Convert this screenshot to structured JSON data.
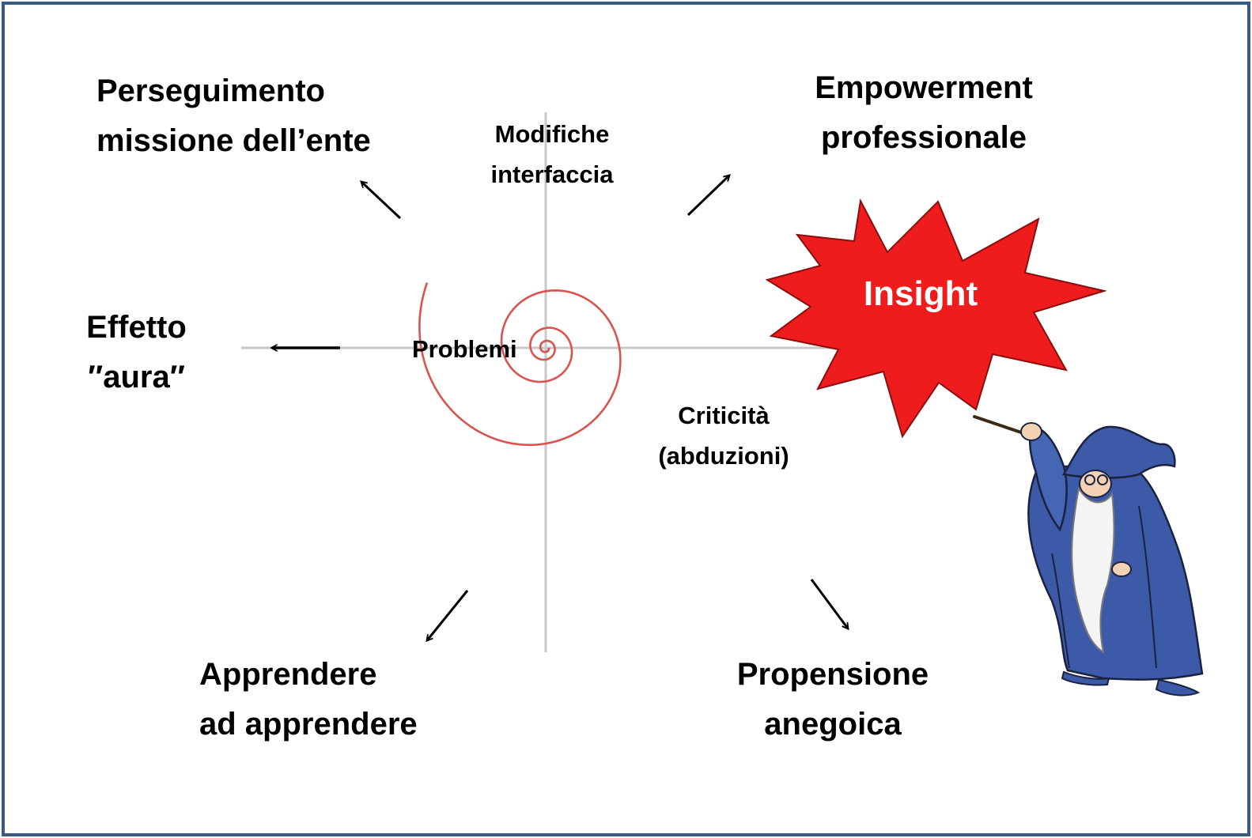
{
  "diagram": {
    "outcomes": {
      "top_left": [
        "Perseguimento",
        "missione dell’ente"
      ],
      "top_right": [
        "Empowerment",
        "professionale"
      ],
      "left": [
        "Effetto",
        "′′aura′′"
      ],
      "bottom_left": [
        "Apprendere",
        "ad apprendere"
      ],
      "bottom_right": [
        "Propensione",
        "anegoica"
      ]
    },
    "spiral_labels": {
      "top": [
        "Modifiche",
        "interfaccia"
      ],
      "center": "Problemi",
      "bottom_right": [
        "Criticità",
        "(abduzioni)"
      ]
    },
    "burst": {
      "label": "Insight",
      "color": "#ee1c1c"
    },
    "colors": {
      "spiral": "#d9534f",
      "axes": "#c8c8c8",
      "frame": "#3a5a86",
      "wizard_robe": "#3d5aa8"
    },
    "icons": [
      "arrow-icon",
      "starburst-icon",
      "wizard-illustration"
    ]
  }
}
